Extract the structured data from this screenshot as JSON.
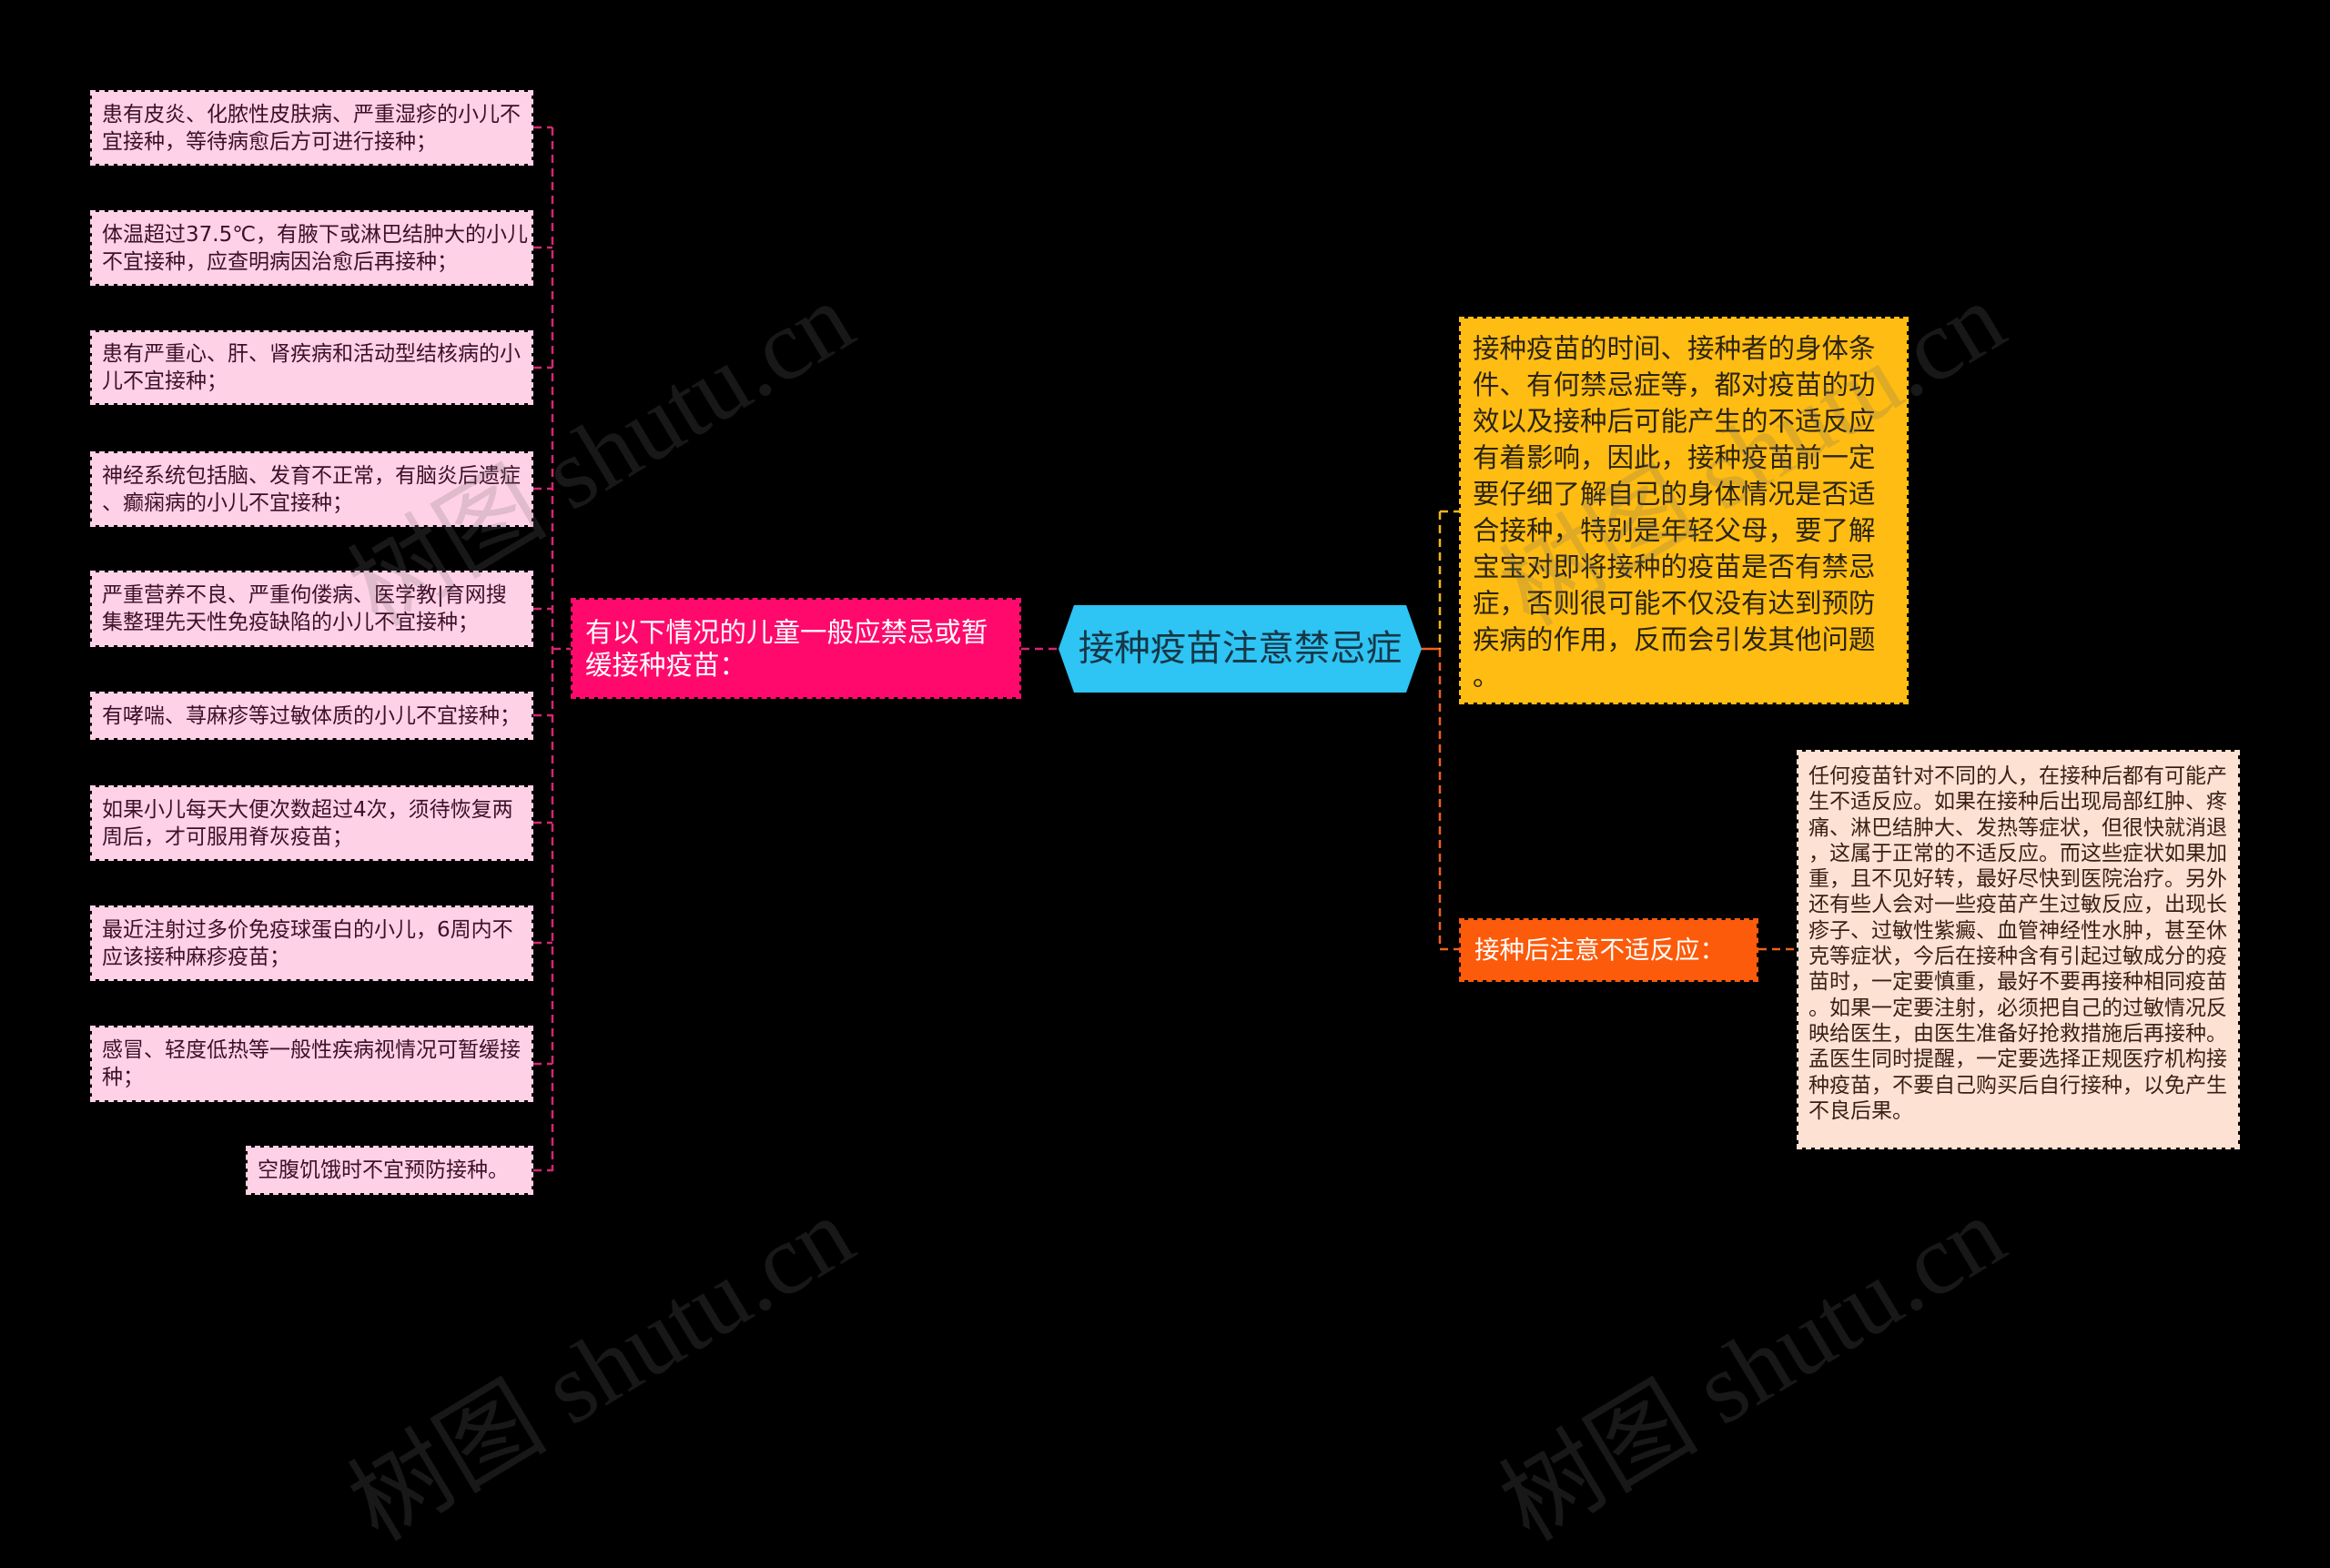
{
  "mindmap": {
    "root": {
      "label": "接种疫苗注意禁忌症"
    },
    "left_branch": {
      "label": "有以下情况的儿童一般应禁忌或暂\n缓接种疫苗：",
      "items": [
        {
          "text": "患有皮炎、化脓性皮肤病、严重湿疹的小儿不\n宜接种，等待病愈后方可进行接种；"
        },
        {
          "text": "体温超过37.5℃，有腋下或淋巴结肿大的小儿\n不宜接种，应查明病因治愈后再接种；"
        },
        {
          "text": "患有严重心、肝、肾疾病和活动型结核病的小\n儿不宜接种；"
        },
        {
          "text": "神经系统包括脑、发育不正常，有脑炎后遗症\n、癫痫病的小儿不宜接种；"
        },
        {
          "text": "严重营养不良、严重佝偻病、医学教|育网搜\n集整理先天性免疫缺陷的小儿不宜接种；"
        },
        {
          "text": "有哮喘、荨麻疹等过敏体质的小儿不宜接种；"
        },
        {
          "text": "如果小儿每天大便次数超过4次，须待恢复两\n周后，才可服用脊灰疫苗；"
        },
        {
          "text": "最近注射过多价免疫球蛋白的小儿，6周内不\n应该接种麻疹疫苗；"
        },
        {
          "text": "感冒、轻度低热等一般性疾病视情况可暂缓接\n种；"
        },
        {
          "text": "空腹饥饿时不宜预防接种。"
        }
      ]
    },
    "right_branches": [
      {
        "text": "接种疫苗的时间、接种者的身体条\n件、有何禁忌症等，都对疫苗的功\n效以及接种后可能产生的不适反应\n有着影响，因此，接种疫苗前一定\n要仔细了解自己的身体情况是否适\n合接种，特别是年轻父母，要了解\n宝宝对即将接种的疫苗是否有禁忌\n症，否则很可能不仅没有达到预防\n疾病的作用，反而会引发其他问题\n。"
      },
      {
        "label": "接种后注意不适反应：",
        "detail": "任何疫苗针对不同的人，在接种后都有可能产\n生不适反应。如果在接种后出现局部红肿、疼\n痛、淋巴结肿大、发热等症状，但很快就消退\n，这属于正常的不适反应。而这些症状如果加\n重，且不见好转，最好尽快到医院治疗。另外\n还有些人会对一些疫苗产生过敏反应，出现长\n疹子、过敏性紫癜、血管神经性水肿，甚至休\n克等症状，今后在接种含有引起过敏成分的疫\n苗时，一定要慎重，最好不要再接种相同疫苗\n。如果一定要注射，必须把自己的过敏情况反\n映给医生，由医生准备好抢救措施后再接种。\n孟医生同时提醒，一定要选择正规医疗机构接\n种疫苗，不要自己购买后自行接种，以免产生\n不良后果。"
      }
    ]
  },
  "colors": {
    "background": "#000000",
    "root": "#2ec4f3",
    "left_branch": "#ff0a6c",
    "left_leaf": "#ffd1e6",
    "left_connector": "#d6266f",
    "right_info": "#ffbc13",
    "right_info_connector": "#f5b517",
    "right_reaction": "#fb5b0b",
    "right_reaction_connector": "#f0601c",
    "reaction_detail": "#fde2d4"
  },
  "watermark": {
    "text": "树图 shutu.cn"
  }
}
